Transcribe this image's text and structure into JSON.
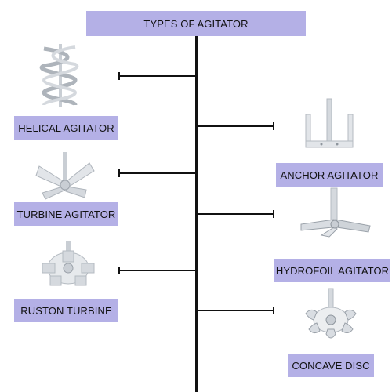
{
  "title": "TYPES OF AGITATOR",
  "left_items": [
    {
      "label": "HELICAL AGITATOR",
      "icon": "helical-agitator-icon"
    },
    {
      "label": "TURBINE AGITATOR",
      "icon": "turbine-agitator-icon"
    },
    {
      "label": "RUSTON TURBINE",
      "icon": "ruston-turbine-icon"
    }
  ],
  "right_items": [
    {
      "label": "ANCHOR AGITATOR",
      "icon": "anchor-agitator-icon"
    },
    {
      "label": "HYDROFOIL AGITATOR",
      "icon": "hydrofoil-agitator-icon"
    },
    {
      "label": "CONCAVE DISC",
      "icon": "concave-disc-icon"
    }
  ],
  "colors": {
    "label_fill": "#b4b0e6",
    "line": "#111111",
    "metal": "#d9dde2"
  }
}
